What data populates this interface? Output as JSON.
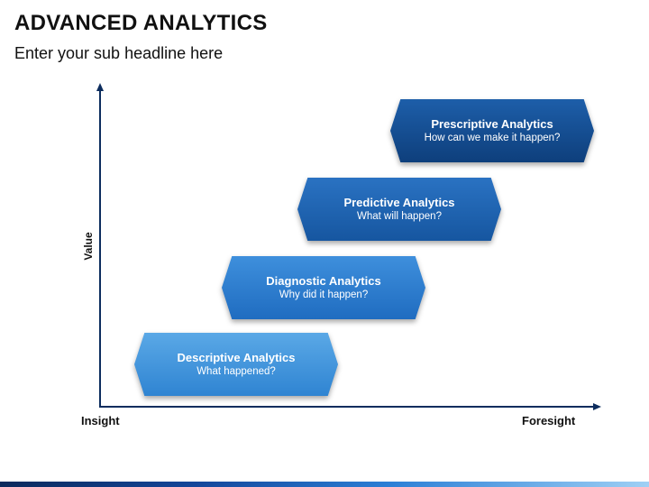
{
  "header": {
    "title": "ADVANCED ANALYTICS",
    "subtitle": "Enter your sub headline here"
  },
  "axes": {
    "y_label": "Value",
    "x_label_left": "Insight",
    "x_label_right": "Foresight"
  },
  "stages": [
    {
      "title": "Descriptive Analytics",
      "subtitle": "What happened?"
    },
    {
      "title": "Diagnostic Analytics",
      "subtitle": "Why did it happen?"
    },
    {
      "title": "Predictive Analytics",
      "subtitle": "What will happen?"
    },
    {
      "title": "Prescriptive Analytics",
      "subtitle": "How can we make it happen?"
    }
  ],
  "colors": {
    "stage_1": "#3a92da",
    "stage_2": "#2b7bd0",
    "stage_3": "#1f63b2",
    "stage_4": "#154a8c",
    "axis": "#0d2d5e"
  }
}
